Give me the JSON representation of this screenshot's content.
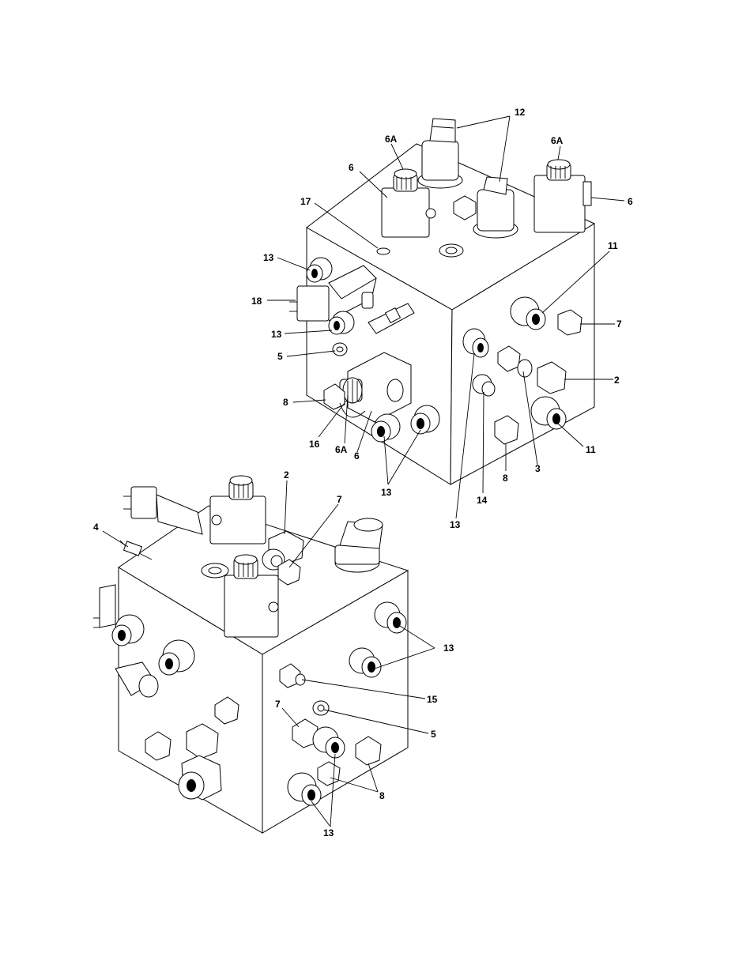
{
  "upper_assembly": {
    "callouts": {
      "c12": "12",
      "c6a_left": "6A",
      "c6a_right": "6A",
      "c6_left": "6",
      "c6_right": "6",
      "c17": "17",
      "c13_top": "13",
      "c18": "18",
      "c13_mid": "13",
      "c5": "5",
      "c8_left": "8",
      "c16": "16",
      "c6a_bottom": "6A",
      "c6_bottom": "6",
      "c13_bottom": "13",
      "c11_top": "11",
      "c7": "7",
      "c2": "2",
      "c11_bottom": "11",
      "c8_bottom": "8",
      "c3": "3",
      "c14": "14",
      "c13_lowest": "13"
    }
  },
  "lower_assembly": {
    "callouts": {
      "c2": "2",
      "c7_top": "7",
      "c4": "4",
      "c13_right": "13",
      "c15": "15",
      "c5": "5",
      "c7_left": "7",
      "c8": "8",
      "c13_bottom": "13"
    }
  }
}
